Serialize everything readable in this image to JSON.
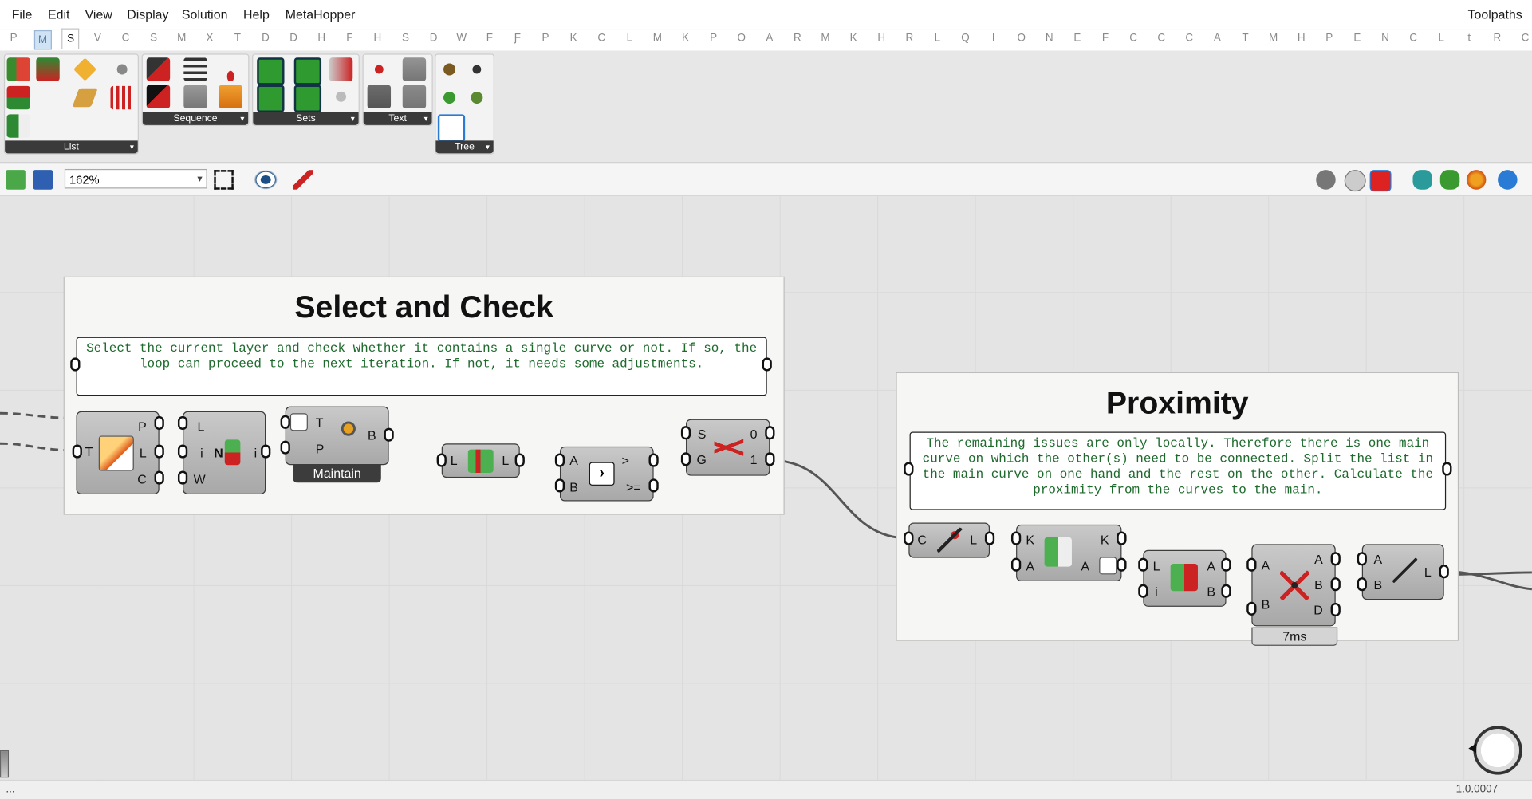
{
  "menu": {
    "items": [
      "File",
      "Edit",
      "View",
      "Display",
      "Solution",
      "Help",
      "MetaHopper"
    ],
    "right_label": "Toolpaths"
  },
  "tabs": [
    "P",
    "M",
    "S",
    "V",
    "C",
    "S",
    "M",
    "X",
    "T",
    "D",
    "D",
    "H",
    "F",
    "H",
    "S",
    "D",
    "W",
    "F",
    "Ƒ",
    "P",
    "K",
    "C",
    "L",
    "M",
    "K",
    "P",
    "O",
    "A",
    "R",
    "M",
    "K",
    "H",
    "R",
    "L",
    "Q",
    "I",
    "O",
    "N",
    "E",
    "F",
    "C",
    "C",
    "C",
    "A",
    "T",
    "M",
    "H",
    "P",
    "E",
    "N",
    "C",
    "L",
    "t",
    "R",
    "C"
  ],
  "active_tab": "S",
  "highlight_tab": "M",
  "ribbon": {
    "panels": [
      {
        "label": "List"
      },
      {
        "label": "Sequence"
      },
      {
        "label": "Sets"
      },
      {
        "label": "Text"
      },
      {
        "label": "Tree"
      }
    ]
  },
  "toolbar": {
    "zoom_value": "162%"
  },
  "groups": {
    "select": {
      "title": "Select and Check",
      "description": "Select the current layer and check whether it contains a single curve or not. If so, the loop can proceed to the next iteration. If not, it needs some adjustments."
    },
    "proximity": {
      "title": "Proximity",
      "description": "The remaining issues are only locally. Therefore there is one main curve on which the other(s) need to be connected. Split the list in the main curve on one hand and the rest on the other. Calculate the proximity from the curves to the main."
    }
  },
  "components": {
    "c1": {
      "in": [
        "T"
      ],
      "out": [
        "P",
        "L",
        "C"
      ]
    },
    "c2": {
      "in": [
        "L",
        "i",
        "W"
      ],
      "out": [
        "i"
      ],
      "center": "N"
    },
    "c3": {
      "in": [
        "T",
        "P"
      ],
      "out": [
        "B"
      ],
      "tag": "Maintain"
    },
    "c4": {
      "in": [
        "L"
      ],
      "out": [
        "L"
      ]
    },
    "c5": {
      "in": [
        "A",
        "B"
      ],
      "out": [
        ">",
        ">="
      ]
    },
    "c6": {
      "in": [
        "S",
        "G"
      ],
      "out": [
        "0",
        "1"
      ]
    },
    "c7": {
      "in": [
        "C"
      ],
      "out": [
        "L"
      ]
    },
    "c8": {
      "in": [
        "K",
        "A"
      ],
      "out": [
        "K",
        "A"
      ]
    },
    "c9": {
      "in": [
        "L",
        "i"
      ],
      "out": [
        "A",
        "B"
      ]
    },
    "c10": {
      "in": [
        "A",
        "B"
      ],
      "out": [
        "A",
        "B",
        "D"
      ],
      "tag": "7ms"
    },
    "c11": {
      "in": [
        "A",
        "B"
      ],
      "out": [
        "L"
      ]
    }
  },
  "status": {
    "left": "...",
    "version": "1.0.0007"
  },
  "colors": {
    "description_text": "#1d6a2c",
    "component_fill": "#b5b5b5",
    "canvas": "#e4e4e4"
  }
}
